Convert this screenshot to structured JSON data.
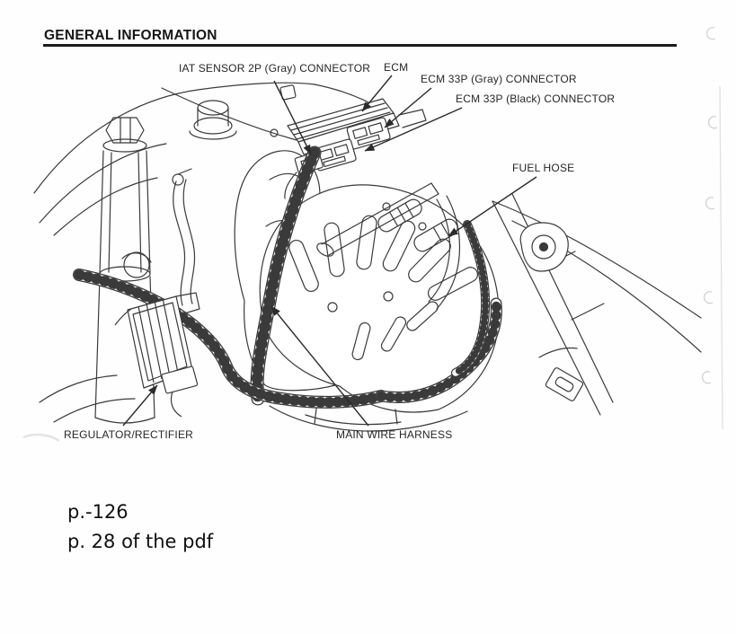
{
  "page": {
    "header": {
      "title": "GENERAL INFORMATION"
    },
    "notes": {
      "line1": "p.-126",
      "line2": "p. 28 of the pdf"
    }
  },
  "diagram": {
    "labels": {
      "iat_sensor": "IAT SENSOR 2P (Gray) CONNECTOR",
      "ecm": "ECM",
      "ecm_gray": "ECM 33P (Gray) CONNECTOR",
      "ecm_black": "ECM 33P (Black) CONNECTOR",
      "fuel_hose": "FUEL HOSE",
      "regulator_rectifier": "REGULATOR/RECTIFIER",
      "main_wire_harness": "MAIN WIRE HARNESS"
    },
    "colors": {
      "ink": "#3a3a3a",
      "paper": "#ffffff"
    }
  }
}
